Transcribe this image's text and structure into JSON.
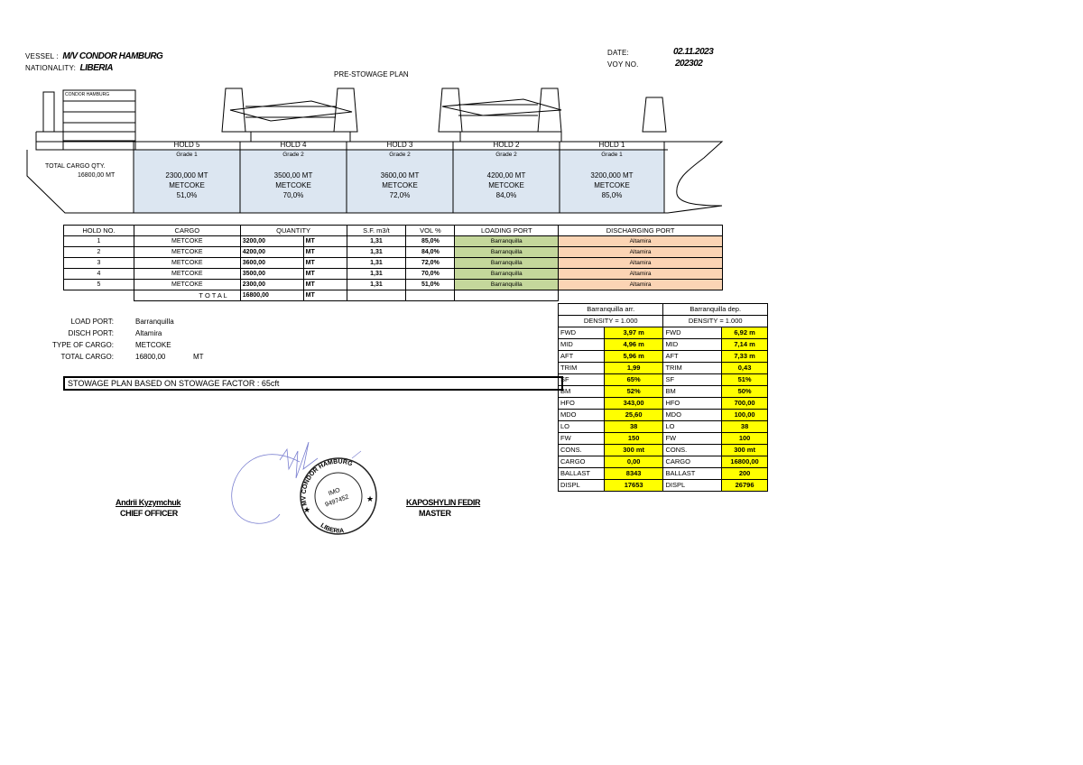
{
  "header": {
    "vessel_label": "VESSEL :",
    "vessel_name": "M/V CONDOR HAMBURG",
    "nationality_label": "NATIONALITY:",
    "nationality": "LIBERIA",
    "date_label": "DATE:",
    "date": "02.11.2023",
    "voy_label": "VOY NO.",
    "voy": "202302",
    "title": "PRE-STOWAGE PLAN"
  },
  "ship": {
    "bridge_name": "CONDOR HAMBURG",
    "total_label": "TOTAL CARGO QTY.",
    "total_value": "16800,00 MT",
    "holds": [
      {
        "name": "HOLD 5",
        "grade": "Grade 1",
        "qty": "2300,000 MT",
        "cargo": "METCOKE",
        "pct": "51,0%"
      },
      {
        "name": "HOLD 4",
        "grade": "Grade 2",
        "qty": "3500,00 MT",
        "cargo": "METCOKE",
        "pct": "70,0%"
      },
      {
        "name": "HOLD 3",
        "grade": "Grade 2",
        "qty": "3600,00 MT",
        "cargo": "METCOKE",
        "pct": "72,0%"
      },
      {
        "name": "HOLD 2",
        "grade": "Grade 2",
        "qty": "4200,00 MT",
        "cargo": "METCOKE",
        "pct": "84,0%"
      },
      {
        "name": "HOLD 1",
        "grade": "Grade 1",
        "qty": "3200,000 MT",
        "cargo": "METCOKE",
        "pct": "85,0%"
      }
    ]
  },
  "cargo_table": {
    "headers": [
      "HOLD NO.",
      "CARGO",
      "QUANTITY",
      "S.F. m3/t",
      "VOL %",
      "LOADING PORT",
      "DISCHARGING PORT"
    ],
    "rows": [
      {
        "hold": "1",
        "cargo": "METCOKE",
        "qty": "3200,00",
        "unit": "MT",
        "sf": "1,31",
        "vol": "85,0%",
        "load": "Barranquilla",
        "disch": "Altamira"
      },
      {
        "hold": "2",
        "cargo": "METCOKE",
        "qty": "4200,00",
        "unit": "MT",
        "sf": "1,31",
        "vol": "84,0%",
        "load": "Barranquilla",
        "disch": "Altamira"
      },
      {
        "hold": "3",
        "cargo": "METCOKE",
        "qty": "3600,00",
        "unit": "MT",
        "sf": "1,31",
        "vol": "72,0%",
        "load": "Barranquilla",
        "disch": "Altamira"
      },
      {
        "hold": "4",
        "cargo": "METCOKE",
        "qty": "3500,00",
        "unit": "MT",
        "sf": "1,31",
        "vol": "70,0%",
        "load": "Barranquilla",
        "disch": "Altamira"
      },
      {
        "hold": "5",
        "cargo": "METCOKE",
        "qty": "2300,00",
        "unit": "MT",
        "sf": "1,31",
        "vol": "51,0%",
        "load": "Barranquilla",
        "disch": "Altamira"
      }
    ],
    "total_label": "T O T A L",
    "total_qty": "16800,00",
    "total_unit": "MT"
  },
  "info": {
    "rows": [
      {
        "label": "LOAD PORT:",
        "value": "Barranquilla",
        "unit": ""
      },
      {
        "label": "DISCH PORT:",
        "value": "Altamira",
        "unit": ""
      },
      {
        "label": "TYPE OF CARGO:",
        "value": "METCOKE",
        "unit": ""
      },
      {
        "label": "TOTAL CARGO:",
        "value": "16800,00",
        "unit": "MT"
      }
    ],
    "stowage_note": "STOWAGE PLAN BASED ON  STOWAGE FACTOR : 65cft"
  },
  "conditions": {
    "arr_title": "Barranquilla arr.",
    "dep_title": "Barranquilla dep.",
    "arr_density": "DENSITY = 1.000",
    "dep_density": "DENSITY = 1.000",
    "rows": [
      {
        "label": "FWD",
        "arr": "3,97  m",
        "dep": "6,92  m"
      },
      {
        "label": "MID",
        "arr": "4,96  m",
        "dep": "7,14  m"
      },
      {
        "label": "AFT",
        "arr": "5,96  m",
        "dep": "7,33  m"
      },
      {
        "label": "TRIM",
        "arr": "1,99",
        "dep": "0,43"
      },
      {
        "label": "SF",
        "arr": "65%",
        "dep": "51%"
      },
      {
        "label": "BM",
        "arr": "52%",
        "dep": "50%"
      },
      {
        "label": "HFO",
        "arr": "343,00",
        "dep": "700,00"
      },
      {
        "label": "MDO",
        "arr": "25,60",
        "dep": "100,00"
      },
      {
        "label": "LO",
        "arr": "38",
        "dep": "38"
      },
      {
        "label": "FW",
        "arr": "150",
        "dep": "100"
      },
      {
        "label": "CONS.",
        "arr": "300 mt",
        "dep": "300 mt"
      },
      {
        "label": "CARGO",
        "arr": "0,00",
        "dep": "16800,00"
      },
      {
        "label": "BALLAST",
        "arr": "8343",
        "dep": "200"
      },
      {
        "label": "DISPL",
        "arr": "17653",
        "dep": "26796"
      }
    ]
  },
  "signatures": {
    "chief_name": "Andrii Kyzymchuk",
    "chief_title": "CHIEF OFFICER",
    "master_name": "KAPOSHYLIN FEDIR",
    "master_title": "MASTER",
    "stamp_top": "MV CONDOR HAMBURG",
    "stamp_imo": "IMO",
    "stamp_num": "9497452",
    "stamp_bottom": "LIBERIA"
  }
}
